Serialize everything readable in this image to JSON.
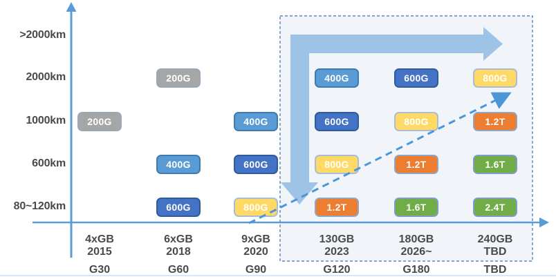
{
  "colors": {
    "axis": "#5B9BD5",
    "big_arrow": "#9DC3E6",
    "dashed_arrow": "#4A96D8",
    "future_box_border": "#3A71AD",
    "future_box_fill": "#F1F5FA",
    "label_text": "#4A4A4A",
    "badge_text": "#FFFFFF",
    "badge_gray": "#A6A6A6",
    "badge_light_blue": "#5B9BD5",
    "badge_dark_blue": "#4472C4",
    "badge_yellow": "#FFD966",
    "badge_orange": "#ED7D31",
    "badge_green": "#70AD47"
  },
  "axes": {
    "y_labels": [
      ">2000km",
      "2000km",
      "1000km",
      "600km",
      "80~120km"
    ],
    "x_columns": [
      {
        "rate": "4xGB",
        "year": "2015",
        "gen": "G30"
      },
      {
        "rate": "6xGB",
        "year": "2018",
        "gen": "G60"
      },
      {
        "rate": "9xGB",
        "year": "2020",
        "gen": "G90"
      },
      {
        "rate": "130GB",
        "year": "2023",
        "gen": "G120"
      },
      {
        "rate": "180GB",
        "year": "2026~",
        "gen": "G180"
      },
      {
        "rate": "240GB",
        "year": "TBD",
        "gen": "TBD"
      }
    ]
  },
  "badges": [
    {
      "col": 1,
      "row": 0,
      "label": "200G",
      "color": "gray"
    },
    {
      "col": 3,
      "row": 0,
      "label": "400G",
      "color": "lblue"
    },
    {
      "col": 4,
      "row": 0,
      "label": "600G",
      "color": "blue"
    },
    {
      "col": 5,
      "row": 0,
      "label": "800G",
      "color": "yellow"
    },
    {
      "col": 0,
      "row": 1,
      "label": "200G",
      "color": "gray"
    },
    {
      "col": 2,
      "row": 1,
      "label": "400G",
      "color": "lblue"
    },
    {
      "col": 3,
      "row": 1,
      "label": "600G",
      "color": "blue"
    },
    {
      "col": 4,
      "row": 1,
      "label": "800G",
      "color": "yellow"
    },
    {
      "col": 5,
      "row": 1,
      "label": "1.2T",
      "color": "orange"
    },
    {
      "col": 1,
      "row": 2,
      "label": "400G",
      "color": "lblue"
    },
    {
      "col": 2,
      "row": 2,
      "label": "600G",
      "color": "blue"
    },
    {
      "col": 3,
      "row": 2,
      "label": "800G",
      "color": "yellow"
    },
    {
      "col": 4,
      "row": 2,
      "label": "1.2T",
      "color": "orange"
    },
    {
      "col": 5,
      "row": 2,
      "label": "1.6T",
      "color": "green"
    },
    {
      "col": 1,
      "row": 3,
      "label": "600G",
      "color": "blue"
    },
    {
      "col": 2,
      "row": 3,
      "label": "800G",
      "color": "yellow"
    },
    {
      "col": 3,
      "row": 3,
      "label": "1.2T",
      "color": "orange"
    },
    {
      "col": 4,
      "row": 3,
      "label": "1.6T",
      "color": "green"
    },
    {
      "col": 5,
      "row": 3,
      "label": "2.4T",
      "color": "green"
    }
  ],
  "chart_data": {
    "type": "table",
    "title": "",
    "xlabel": "",
    "ylabel": "",
    "rows": [
      ">2000km",
      "2000km",
      "1000km",
      "600km",
      "80~120km"
    ],
    "columns": [
      "G30 (4xGB, 2015)",
      "G60 (6xGB, 2018)",
      "G90 (9xGB, 2020)",
      "G120 (130GB, 2023)",
      "G180 (180GB, 2026~)",
      "TBD (240GB, TBD)"
    ],
    "cells": [
      [
        null,
        null,
        null,
        null,
        null,
        null
      ],
      [
        null,
        "200G",
        null,
        "400G",
        "600G",
        "800G"
      ],
      [
        "200G",
        null,
        "400G",
        "600G",
        "800G",
        "1.2T"
      ],
      [
        null,
        "400G",
        "600G",
        "800G",
        "1.2T",
        "1.6T"
      ],
      [
        null,
        "600G",
        "800G",
        "1.2T",
        "1.6T",
        "2.4T"
      ]
    ],
    "highlight_region": "Columns G120, G180 and TBD are enclosed in a dashed box",
    "annotations": [
      "Large bent light-blue arrow pointing right (top) and down (left) inside the dashed box",
      "Dashed blue diagonal arrow rising from lower-left toward the 800G badge at 2000km"
    ],
    "legend_position": "none",
    "grid": false
  }
}
